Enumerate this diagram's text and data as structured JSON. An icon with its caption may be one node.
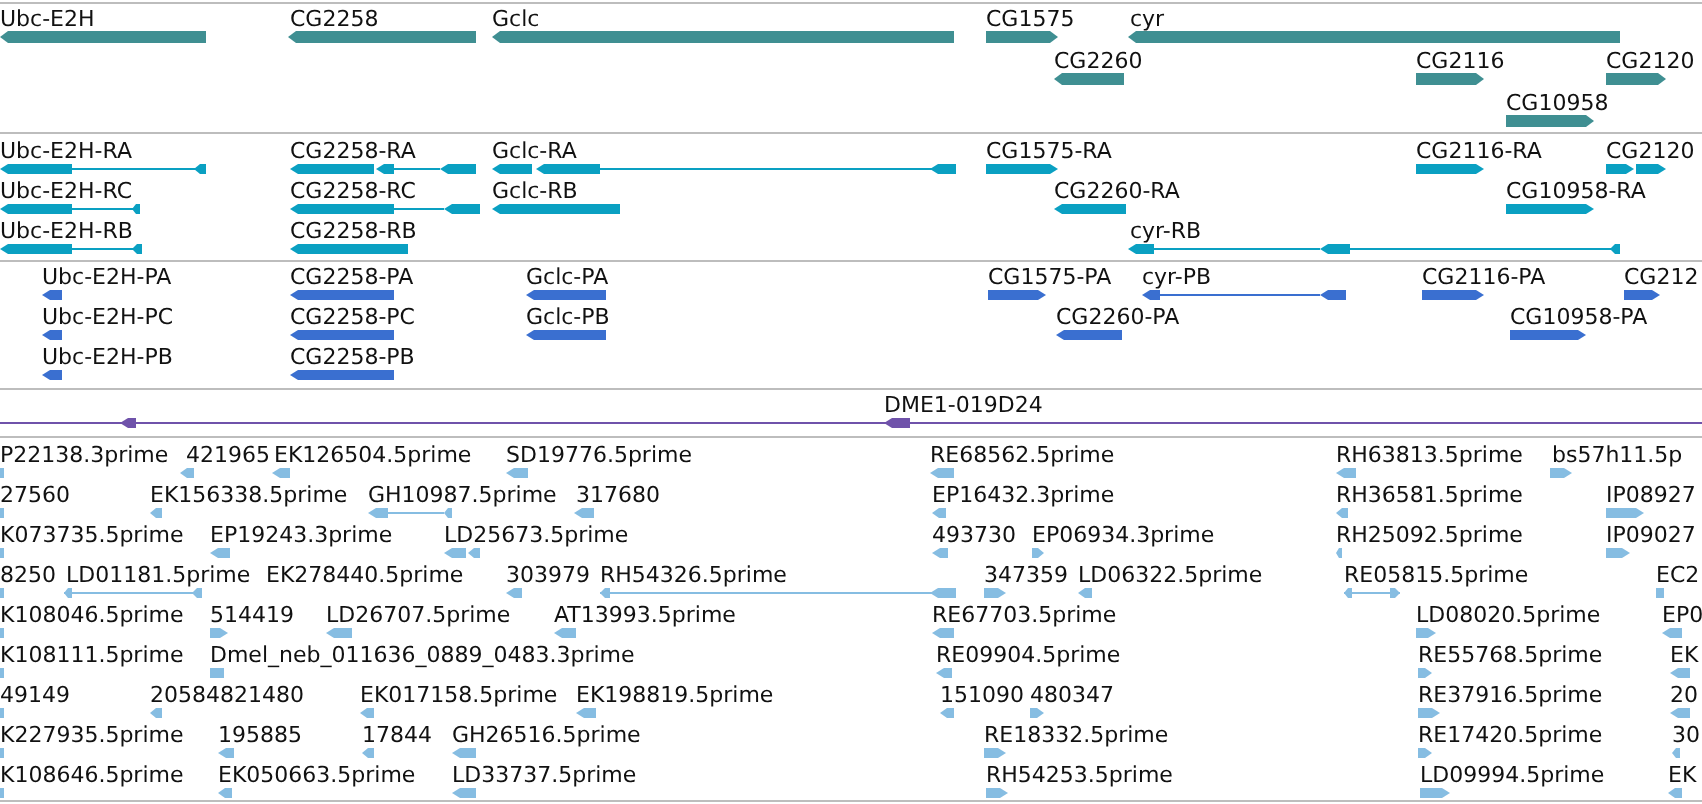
{
  "diagram": {
    "labels": [
      "Ubc-E2H",
      "CG2258",
      "Gclc",
      "CG1575",
      "cyr",
      "CG2260",
      "CG2116",
      "CG2120",
      "CG10958",
      "Ubc-E2H-RA",
      "CG2258-RA",
      "Gclc-RA",
      "CG1575-RA",
      "CG2116-RA",
      "CG2120",
      "Ubc-E2H-RC",
      "CG2258-RC",
      "Gclc-RB",
      "CG2260-RA",
      "CG10958-RA",
      "Ubc-E2H-RB",
      "CG2258-RB",
      "cyr-RB",
      "Ubc-E2H-PA",
      "CG2258-PA",
      "Gclc-PA",
      "CG1575-PA",
      "cyr-PB",
      "CG2116-PA",
      "CG212",
      "Ubc-E2H-PC",
      "CG2258-PC",
      "Gclc-PB",
      "CG2260-PA",
      "CG10958-PA",
      "Ubc-E2H-PB",
      "CG2258-PB",
      "DME1-019D24",
      "P22138.3prime",
      "421965",
      "EK126504.5prime",
      "SD19776.5prime",
      "RE68562.5prime",
      "RH63813.5prime",
      "bs57h11.5p",
      "27560",
      "EK156338.5prime",
      "GH10987.5prime",
      "317680",
      "EP16432.3prime",
      "RH36581.5prime",
      "IP08927",
      "K073735.5prime",
      "EP19243.3prime",
      "LD25673.5prime",
      "493730",
      "EP06934.3prime",
      "RH25092.5prime",
      "IP09027",
      "8250",
      "LD01181.5prime",
      "EK278440.5prime",
      "303979",
      "RH54326.5prime",
      "347359",
      "LD06322.5prime",
      "RE05815.5prime",
      "EC2",
      "K108046.5prime",
      "514419",
      "LD26707.5prime",
      "AT13993.5prime",
      "RE67703.5prime",
      "LD08020.5prime",
      "EP0",
      "K108111.5prime",
      "Dmel_neb_011636_0889_0483.3prime",
      "RE09904.5prime",
      "RE55768.5prime",
      "EK",
      "49149",
      "20584821480",
      "EK017158.5prime",
      "EK198819.5prime",
      "151090",
      "480347",
      "RE37916.5prime",
      "20",
      "K227935.5prime",
      "195885",
      "17844",
      "GH26516.5prime",
      "RE18332.5prime",
      "RE17420.5prime",
      "30",
      "K108646.5prime",
      "EK050663.5prime",
      "LD33737.5prime",
      "RH54253.5prime",
      "LD09994.5prime",
      "EK"
    ]
  }
}
